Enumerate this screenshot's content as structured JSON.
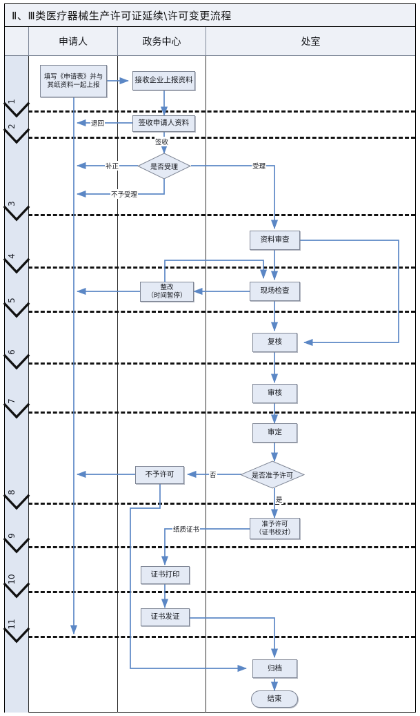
{
  "title": "Ⅱ、Ⅲ类医疗器械生产许可证延续\\许可变更流程",
  "columns": [
    {
      "key": "steps",
      "label": ""
    },
    {
      "key": "applicant",
      "label": "申请人"
    },
    {
      "key": "center",
      "label": "政务中心"
    },
    {
      "key": "office",
      "label": "处室"
    }
  ],
  "steps": [
    "1",
    "2",
    "3",
    "4",
    "5",
    "6",
    "7",
    "8",
    "9",
    "10",
    "11"
  ],
  "nodes": {
    "apply": "填写《申请表》并与其纸资料一起上报",
    "receive": "接收企业上报资料",
    "sign": "签收申请人资料",
    "accept_decision": "是否受理",
    "doc_review": "资料审查",
    "rectify": "整改\n（时间暂停）",
    "site_check": "现场检查",
    "recheck": "复核",
    "audit": "审核",
    "approve_eval": "审定",
    "permit_decision": "是否准予许可",
    "no_permit": "不予许可",
    "grant_permit": "准予许可\n（证书校对）",
    "cert_print": "证书打印",
    "cert_issue": "证书发证",
    "archive": "归档",
    "end": "结束"
  },
  "edge_labels": {
    "return": "退回",
    "signed": "签收",
    "correct": "补正",
    "accepted": "受理",
    "not_accepted": "不予受理",
    "no": "否",
    "yes": "是",
    "paper_cert": "纸质证书"
  },
  "colors": {
    "header_fill": "#eef1f7",
    "strip_fill": "#dfe6f2",
    "node_fill": "#e4eaf5",
    "node_border": "#7e8594",
    "connector": "#5b87c5",
    "rule": "#2b2b2b"
  }
}
